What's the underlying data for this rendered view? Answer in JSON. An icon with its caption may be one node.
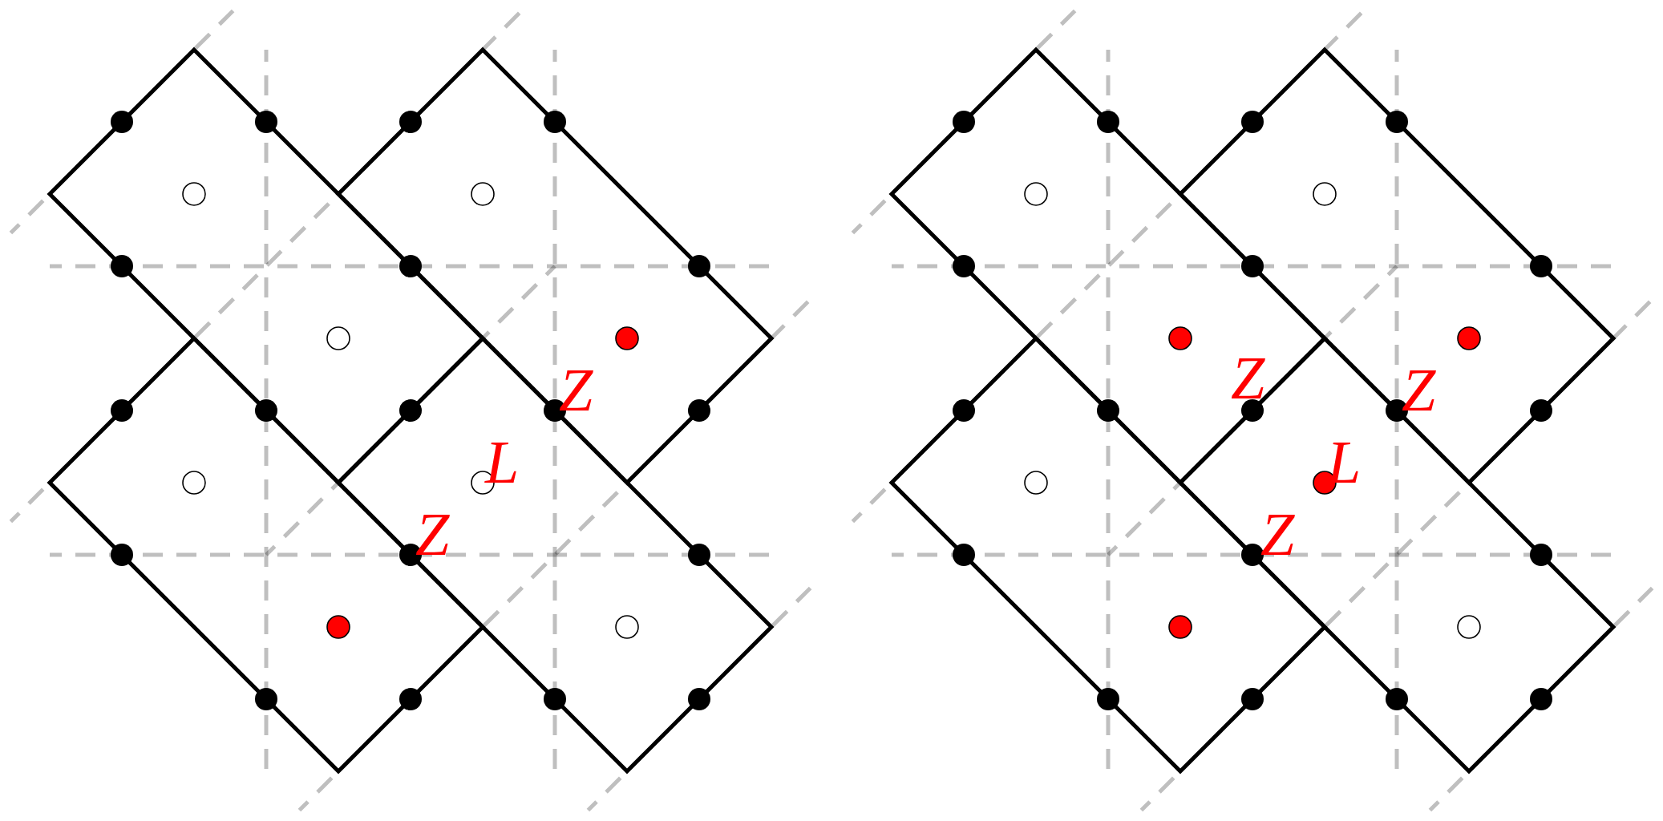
{
  "diagram": {
    "labels": [
      "Z",
      "L",
      "Z",
      "Z",
      "Z",
      "L",
      "Z"
    ]
  }
}
